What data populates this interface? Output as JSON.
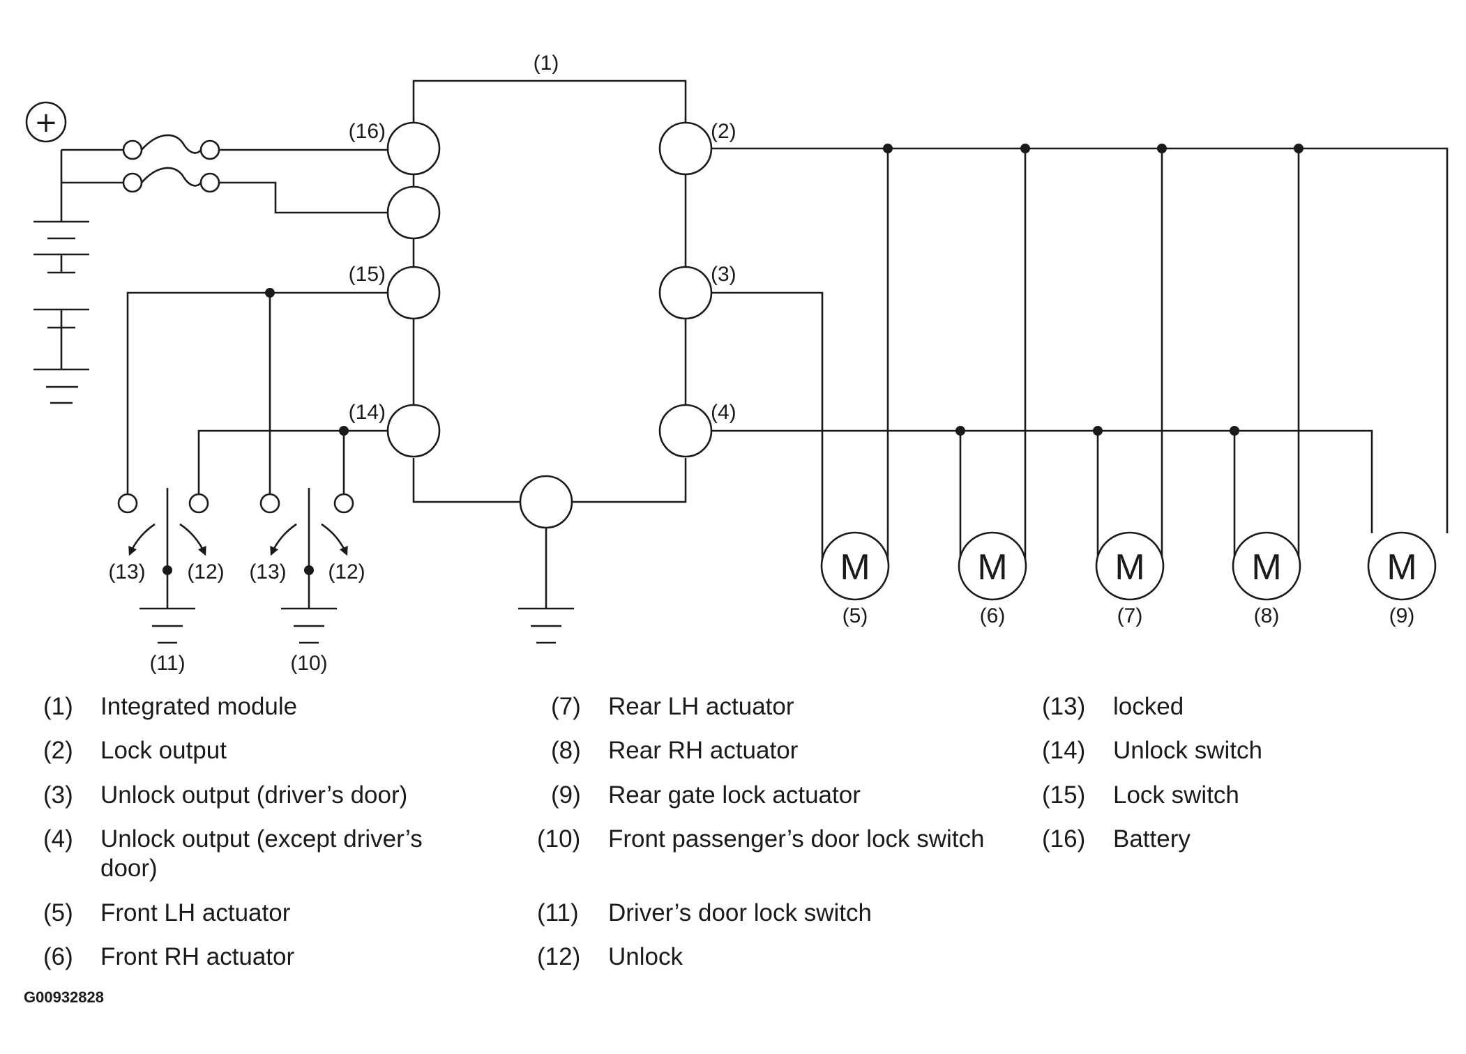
{
  "diagram": {
    "markers": {
      "m1": "(1)",
      "m2": "(2)",
      "m3": "(3)",
      "m4": "(4)",
      "m5": "(5)",
      "m6": "(6)",
      "m7": "(7)",
      "m8": "(8)",
      "m9": "(9)",
      "m10": "(10)",
      "m11": "(11)",
      "m12a": "(12)",
      "m12b": "(12)",
      "m13a": "(13)",
      "m13b": "(13)",
      "m14": "(14)",
      "m15": "(15)",
      "m16": "(16)"
    },
    "motor_symbol": "M",
    "battery_symbol": "+"
  },
  "legend": [
    {
      "num": "(1)",
      "text": "Integrated module"
    },
    {
      "num": "(2)",
      "text": "Lock output"
    },
    {
      "num": "(3)",
      "text": "Unlock output (driver’s door)"
    },
    {
      "num": "(4)",
      "text": "Unlock output (except driver’s door)"
    },
    {
      "num": "(5)",
      "text": "Front LH actuator"
    },
    {
      "num": "(6)",
      "text": "Front RH actuator"
    },
    {
      "num": "(7)",
      "text": "Rear LH actuator"
    },
    {
      "num": "(8)",
      "text": "Rear RH actuator"
    },
    {
      "num": "(9)",
      "text": "Rear gate lock actuator"
    },
    {
      "num": "(10)",
      "text": "Front passenger’s door lock switch"
    },
    {
      "num": "(11)",
      "text": "Driver’s door lock switch"
    },
    {
      "num": "(12)",
      "text": "Unlock"
    },
    {
      "num": "(13)",
      "text": "locked"
    },
    {
      "num": "(14)",
      "text": "Unlock switch"
    },
    {
      "num": "(15)",
      "text": "Lock switch"
    },
    {
      "num": "(16)",
      "text": "Battery"
    }
  ],
  "figure_id": "G00932828"
}
